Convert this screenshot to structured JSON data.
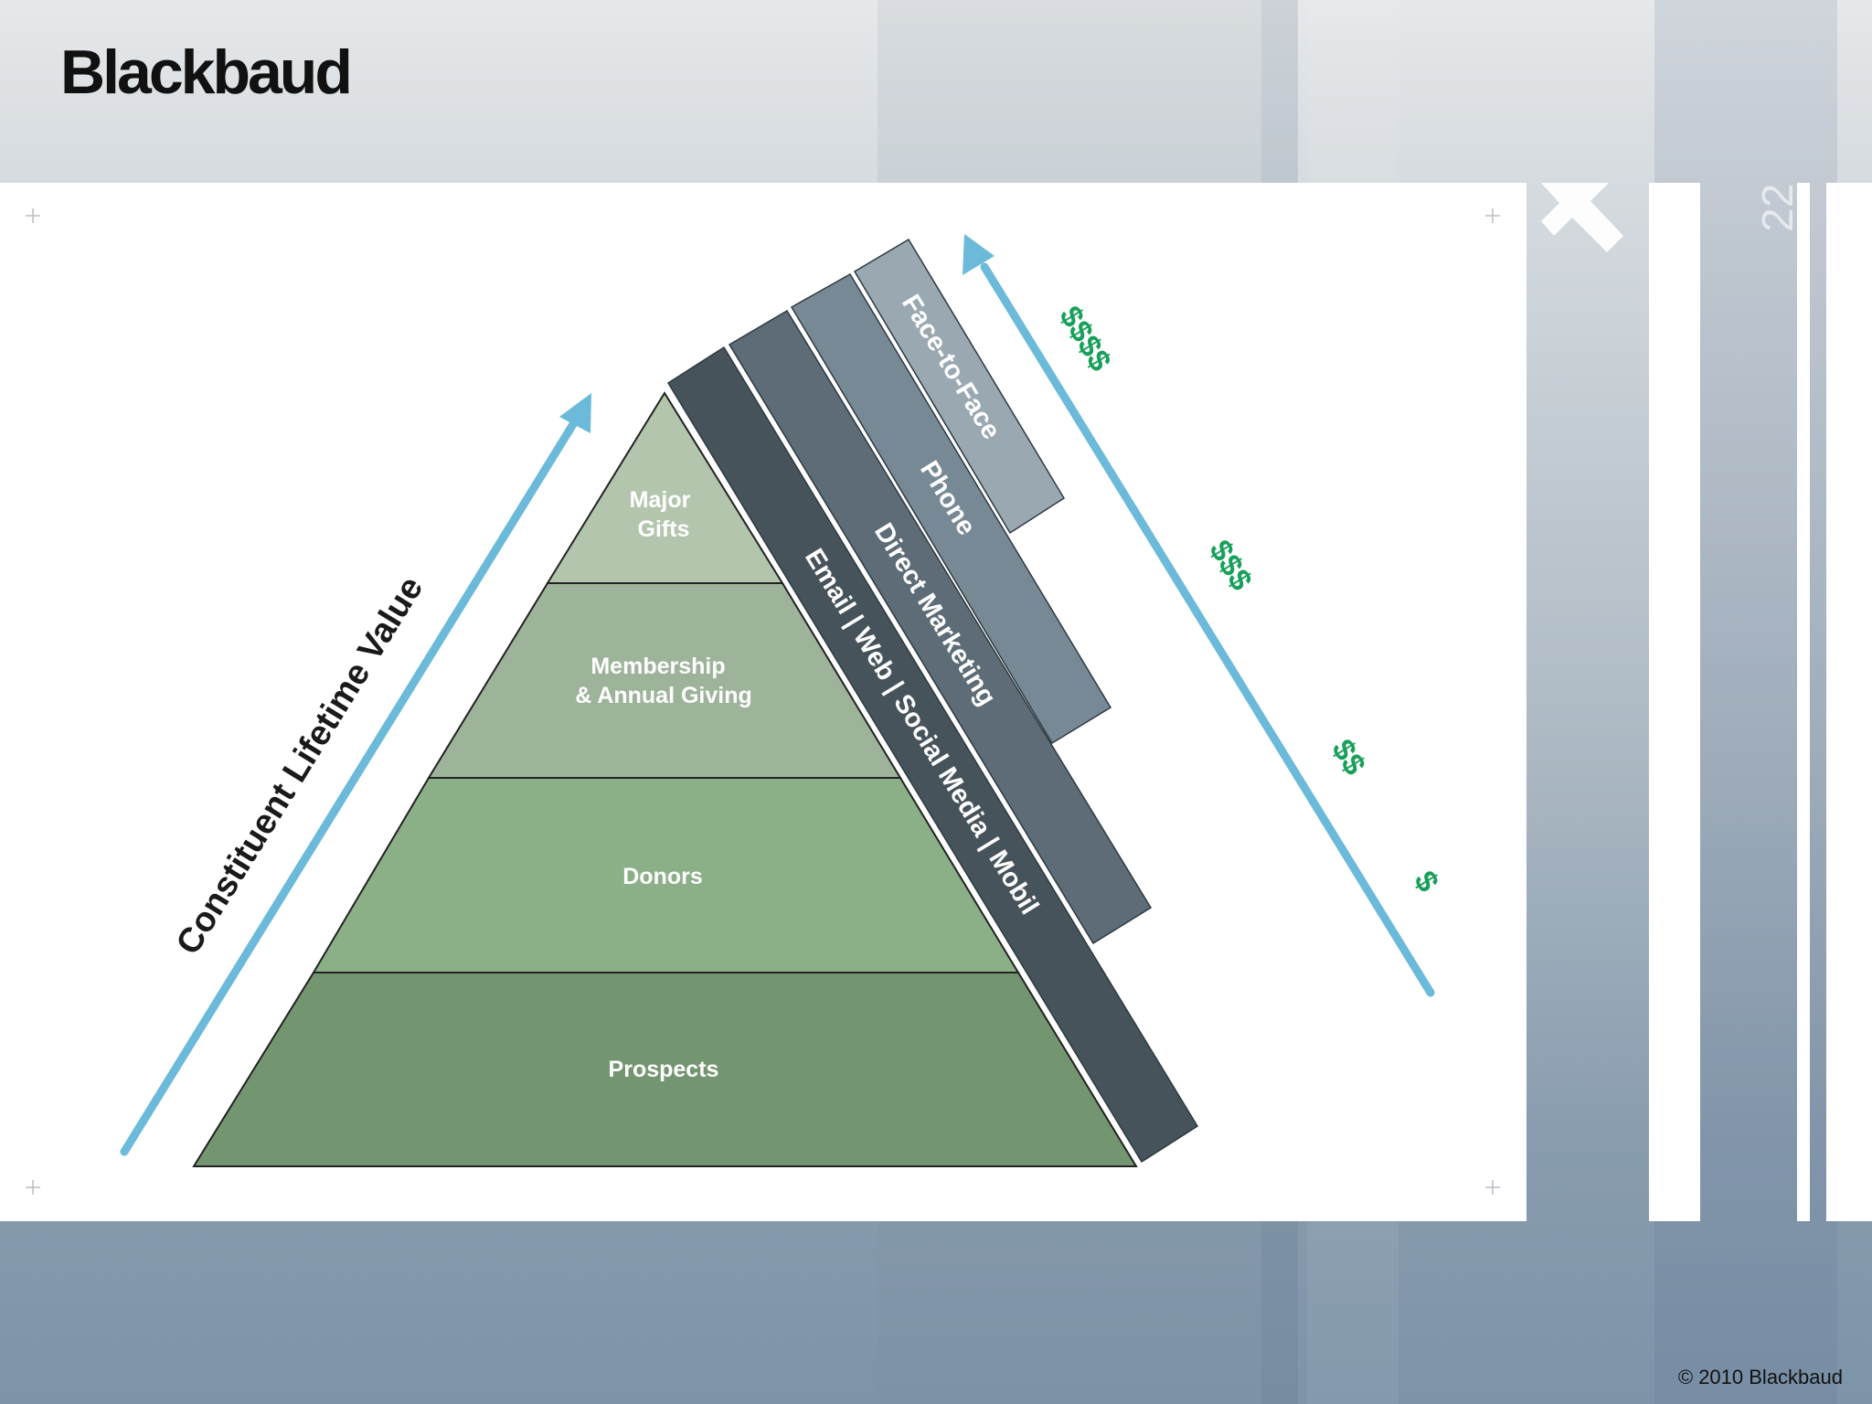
{
  "header": {
    "brand": "Blackbaud"
  },
  "slide": {
    "page_number": "22"
  },
  "footer": {
    "copyright": "© 2010 Blackbaud"
  },
  "diagram": {
    "axis_label": "Constituent Lifetime Value",
    "pyramid_tiers": [
      {
        "line1": "Major",
        "line2": "Gifts",
        "color": "#b3c6ad"
      },
      {
        "line1": "Membership",
        "line2": "& Annual Giving",
        "color": "#9eb49a"
      },
      {
        "line1": "Donors",
        "line2": "",
        "color": "#8bb088"
      },
      {
        "line1": "Prospects",
        "line2": "",
        "color": "#739670"
      }
    ],
    "channels": [
      {
        "label": "Email | Web | Social Media | Mobil",
        "color": "#46535b"
      },
      {
        "label": "Direct Marketing",
        "color": "#5d6c76"
      },
      {
        "label": "Phone",
        "color": "#788996"
      },
      {
        "label": "Face-to-Face",
        "color": "#9aa8b1"
      }
    ],
    "cost_labels": [
      "$$$$",
      "$$$",
      "$$",
      "$"
    ],
    "colors": {
      "arrow": "#6bbad9",
      "dollar": "#16a05a"
    }
  }
}
